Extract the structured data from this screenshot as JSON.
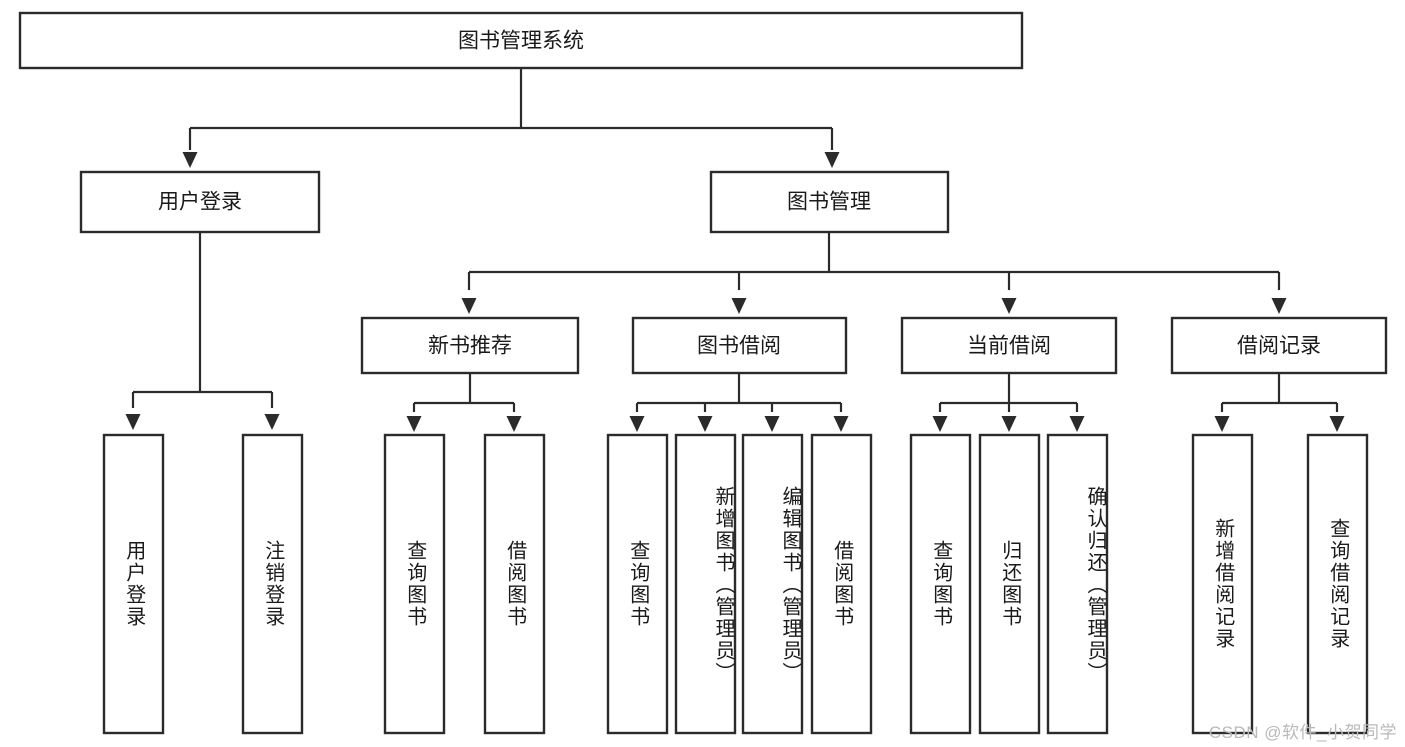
{
  "diagram": {
    "type": "tree-hierarchy-chart",
    "title": "图书管理系统",
    "watermark": "CSDN @软件_小贺同学",
    "colors": {
      "stroke": "#2b2b2b",
      "fill": "#ffffff",
      "text": "#1a1a1a",
      "watermark": "#b9b9b9",
      "background": "#ffffff"
    },
    "root": {
      "label": "图书管理系统"
    },
    "level2": [
      {
        "label": "用户登录"
      },
      {
        "label": "图书管理"
      }
    ],
    "level3": [
      {
        "label": "新书推荐"
      },
      {
        "label": "图书借阅"
      },
      {
        "label": "当前借阅"
      },
      {
        "label": "借阅记录"
      }
    ],
    "leaves": {
      "user_login": [
        {
          "label": "用户登录"
        },
        {
          "label": "注销登录"
        }
      ],
      "new_book_recommend": [
        {
          "label": "查询图书"
        },
        {
          "label": "借阅图书"
        }
      ],
      "book_borrow": [
        {
          "label": "查询图书"
        },
        {
          "label": "新增图书（管理员）"
        },
        {
          "label": "编辑图书（管理员）"
        },
        {
          "label": "借阅图书"
        }
      ],
      "current_borrow": [
        {
          "label": "查询图书"
        },
        {
          "label": "归还图书"
        },
        {
          "label": "确认归还（管理员）"
        }
      ],
      "borrow_record": [
        {
          "label": "新增借阅记录"
        },
        {
          "label": "查询借阅记录"
        }
      ]
    }
  }
}
